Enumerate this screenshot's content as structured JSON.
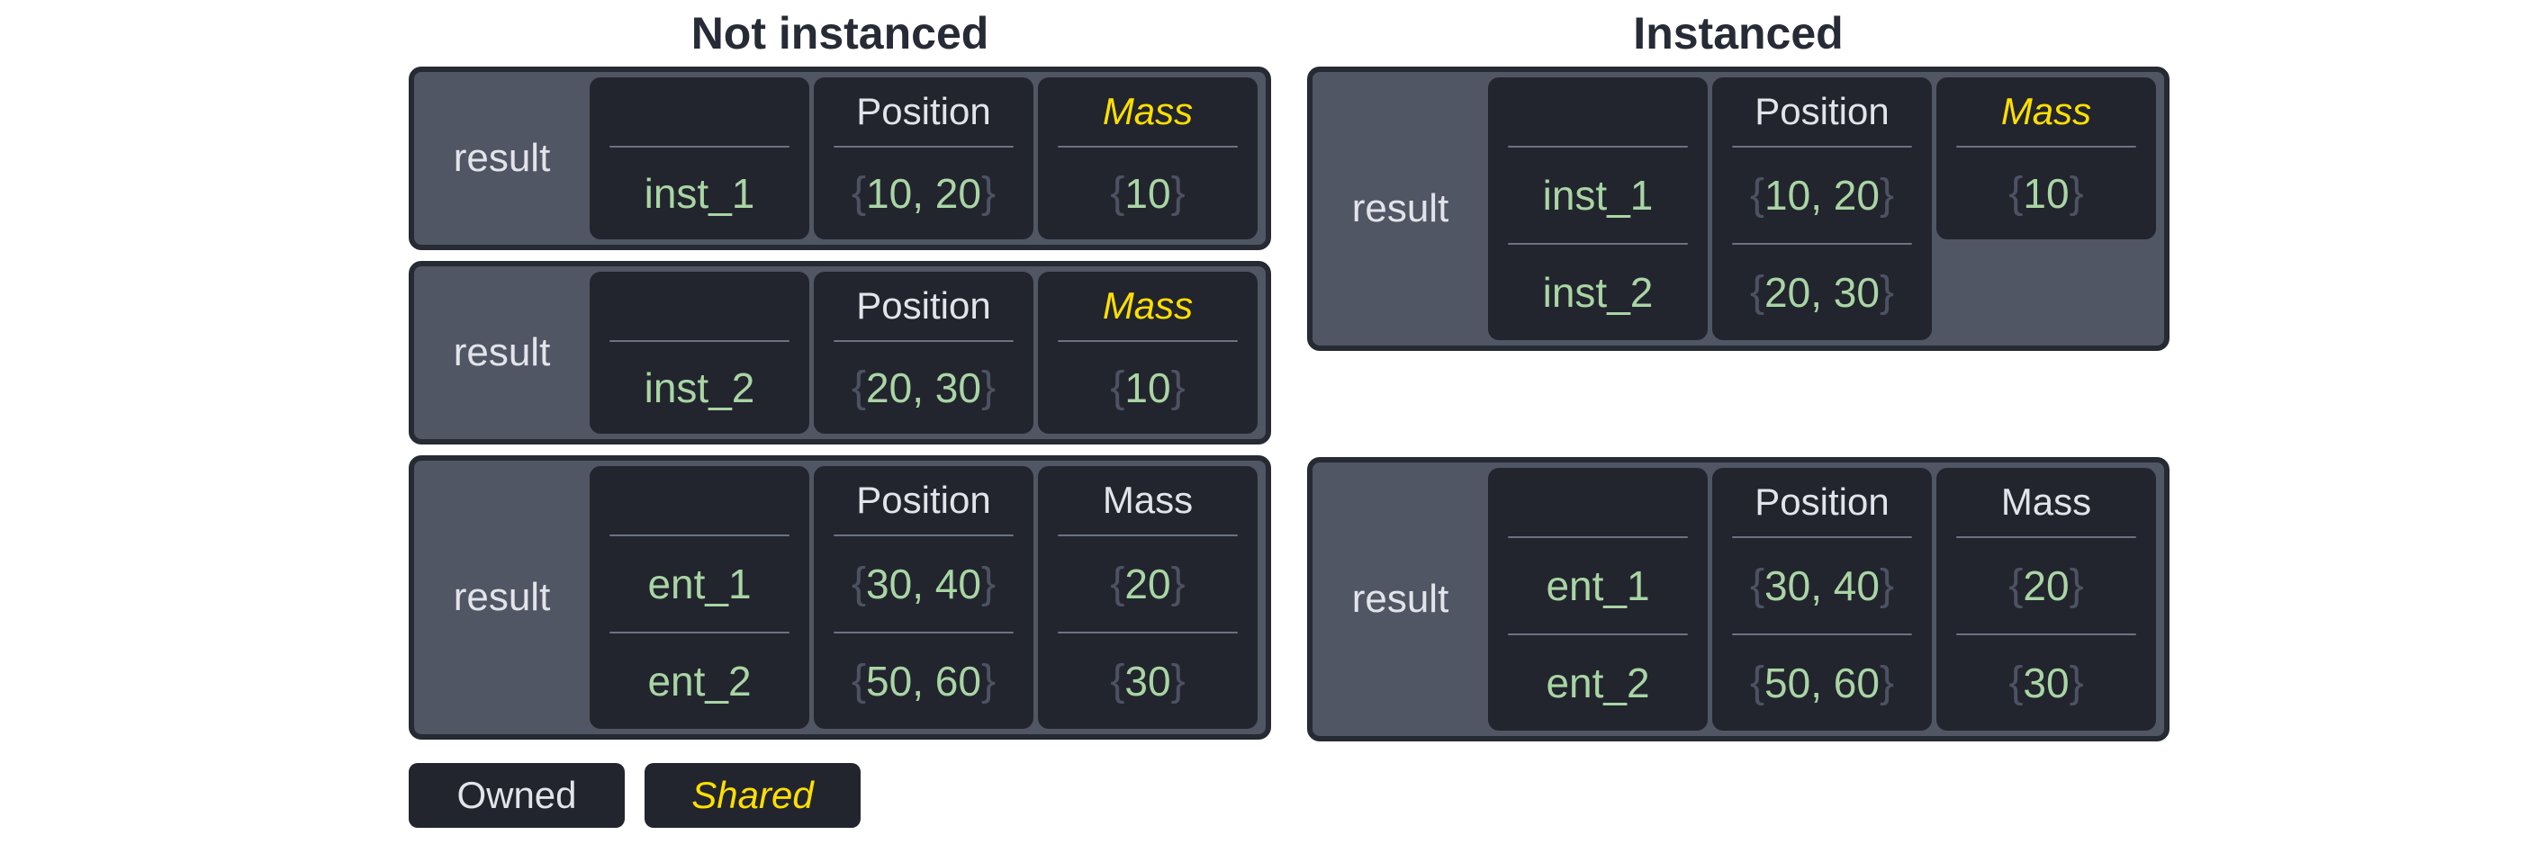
{
  "palette": {
    "page_bg": "#FFFFFF",
    "title_color": "#262B36",
    "table_bg": "#515665",
    "table_border": "#262A33",
    "cell_bg": "#22252E",
    "divider": "#6C7284",
    "header_text": "#E2E4EA",
    "value_text": "#A9D5A4",
    "brace_text": "#4D5263",
    "shared_accent": "#FFDF00"
  },
  "sections": [
    {
      "title": "Not instanced",
      "tables": [
        {
          "label": "result",
          "columns": [
            {
              "header": "",
              "rows": [
                {
                  "open": "",
                  "text": "inst_1",
                  "close": ""
                }
              ]
            },
            {
              "header": "Position",
              "rows": [
                {
                  "open": "{",
                  "text": "10, 20",
                  "close": "}"
                }
              ]
            },
            {
              "header": "Mass",
              "shared": true,
              "rows": [
                {
                  "open": "{",
                  "text": "10",
                  "close": "}"
                }
              ]
            }
          ]
        },
        {
          "label": "result",
          "columns": [
            {
              "header": "",
              "rows": [
                {
                  "open": "",
                  "text": "inst_2",
                  "close": ""
                }
              ]
            },
            {
              "header": "Position",
              "rows": [
                {
                  "open": "{",
                  "text": "20, 30",
                  "close": "}"
                }
              ]
            },
            {
              "header": "Mass",
              "shared": true,
              "rows": [
                {
                  "open": "{",
                  "text": "10",
                  "close": "}"
                }
              ]
            }
          ]
        },
        {
          "label": "result",
          "columns": [
            {
              "header": "",
              "rows": [
                {
                  "open": "",
                  "text": "ent_1",
                  "close": ""
                },
                {
                  "open": "",
                  "text": "ent_2",
                  "close": ""
                }
              ]
            },
            {
              "header": "Position",
              "rows": [
                {
                  "open": "{",
                  "text": "30, 40",
                  "close": "}"
                },
                {
                  "open": "{",
                  "text": "50, 60",
                  "close": "}"
                }
              ]
            },
            {
              "header": "Mass",
              "shared": false,
              "rows": [
                {
                  "open": "{",
                  "text": "20",
                  "close": "}"
                },
                {
                  "open": "{",
                  "text": "30",
                  "close": "}"
                }
              ]
            }
          ]
        }
      ]
    },
    {
      "title": "Instanced",
      "tables": [
        {
          "label": "result",
          "columns": [
            {
              "header": "",
              "rows": [
                {
                  "open": "",
                  "text": "inst_1",
                  "close": ""
                },
                {
                  "open": "",
                  "text": "inst_2",
                  "close": ""
                }
              ]
            },
            {
              "header": "Position",
              "rows": [
                {
                  "open": "{",
                  "text": "10, 20",
                  "close": "}"
                },
                {
                  "open": "{",
                  "text": "20, 30",
                  "close": "}"
                }
              ]
            },
            {
              "header": "Mass",
              "shared": true,
              "rows": [
                {
                  "open": "{",
                  "text": "10",
                  "close": "}"
                }
              ]
            }
          ]
        },
        {
          "label": "result",
          "columns": [
            {
              "header": "",
              "rows": [
                {
                  "open": "",
                  "text": "ent_1",
                  "close": ""
                },
                {
                  "open": "",
                  "text": "ent_2",
                  "close": ""
                }
              ]
            },
            {
              "header": "Position",
              "rows": [
                {
                  "open": "{",
                  "text": "30, 40",
                  "close": "}"
                },
                {
                  "open": "{",
                  "text": "50, 60",
                  "close": "}"
                }
              ]
            },
            {
              "header": "Mass",
              "shared": false,
              "rows": [
                {
                  "open": "{",
                  "text": "20",
                  "close": "}"
                },
                {
                  "open": "{",
                  "text": "30",
                  "close": "}"
                }
              ]
            }
          ]
        }
      ]
    }
  ],
  "legend": {
    "owned": "Owned",
    "shared": "Shared"
  }
}
